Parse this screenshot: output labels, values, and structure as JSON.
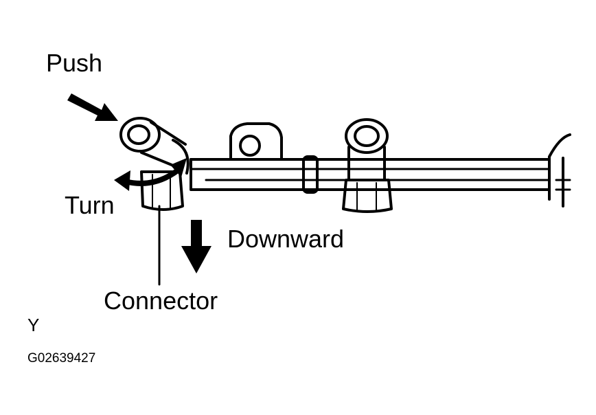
{
  "labels": {
    "push": "Push",
    "turn": "Turn",
    "downward": "Downward",
    "connector": "Connector",
    "view_letter": "Y",
    "figure_code": "G02639427"
  },
  "colors": {
    "ink": "#000000",
    "paper": "#ffffff"
  },
  "icons": {
    "push_arrow": "push-arrow-icon",
    "turn_arrow": "turn-arrow-icon",
    "downward_arrow": "downward-arrow-icon"
  }
}
